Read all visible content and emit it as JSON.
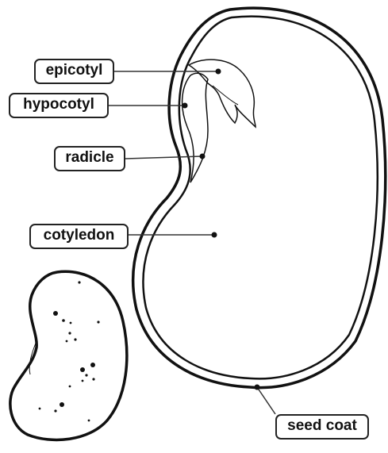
{
  "labels": {
    "epicotyl": "epicotyl",
    "hypocotyl": "hypocotyl",
    "radicle": "radicle",
    "cotyledon": "cotyledon",
    "seed_coat": "seed coat"
  },
  "colors": {
    "outline": "#111111",
    "leader_line": "#333333",
    "background": "#ffffff"
  }
}
